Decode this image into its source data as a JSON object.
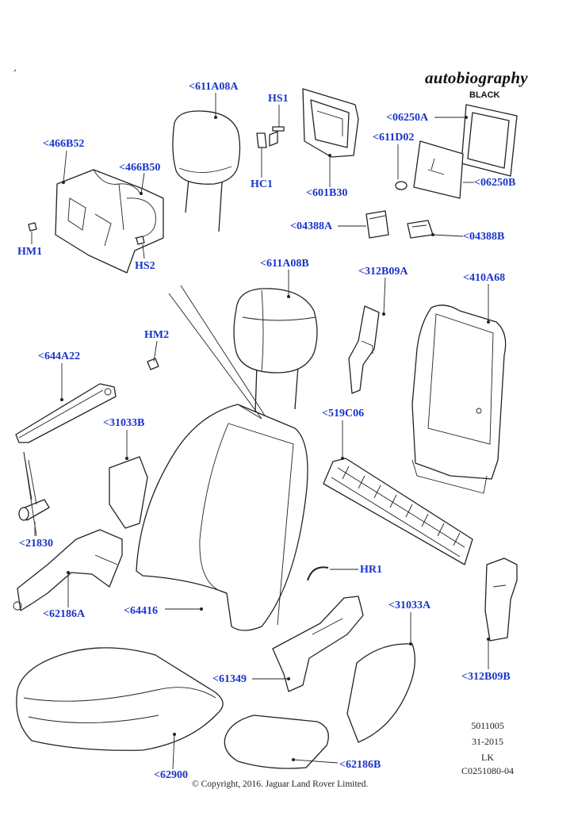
{
  "brand": {
    "name": "autobiography",
    "trim": "BLACK"
  },
  "labels": {
    "l611A08A": "<611A08A",
    "lHS1": "HS1",
    "lHC1": "HC1",
    "l601B30": "<601B30",
    "l06250A": "<06250A",
    "l611D02": "<611D02",
    "l06250B": "<06250B",
    "l466B52": "<466B52",
    "l466B50": "<466B50",
    "lHM1": "HM1",
    "lHS2": "HS2",
    "l04388A": "<04388A",
    "l04388B": "<04388B",
    "l611A08B": "<611A08B",
    "l312B09A": "<312B09A",
    "l410A68": "<410A68",
    "lHM2": "HM2",
    "l644A22": "<644A22",
    "l31033B": "<31033B",
    "l519C06": "<519C06",
    "l21830": "<21830",
    "l62186A": "<62186A",
    "l64416": "<64416",
    "lHR1": "HR1",
    "l31033A": "<31033A",
    "l312B09B": "<312B09B",
    "l61349": "<61349",
    "l62900": "<62900",
    "l62186B": "<62186B"
  },
  "reference": {
    "line1": "5011005",
    "line2": "31-2015",
    "line3": "LK",
    "line4": "C0251080-04"
  },
  "copyright": "© Copyright, 2016. Jaguar Land Rover Limited."
}
